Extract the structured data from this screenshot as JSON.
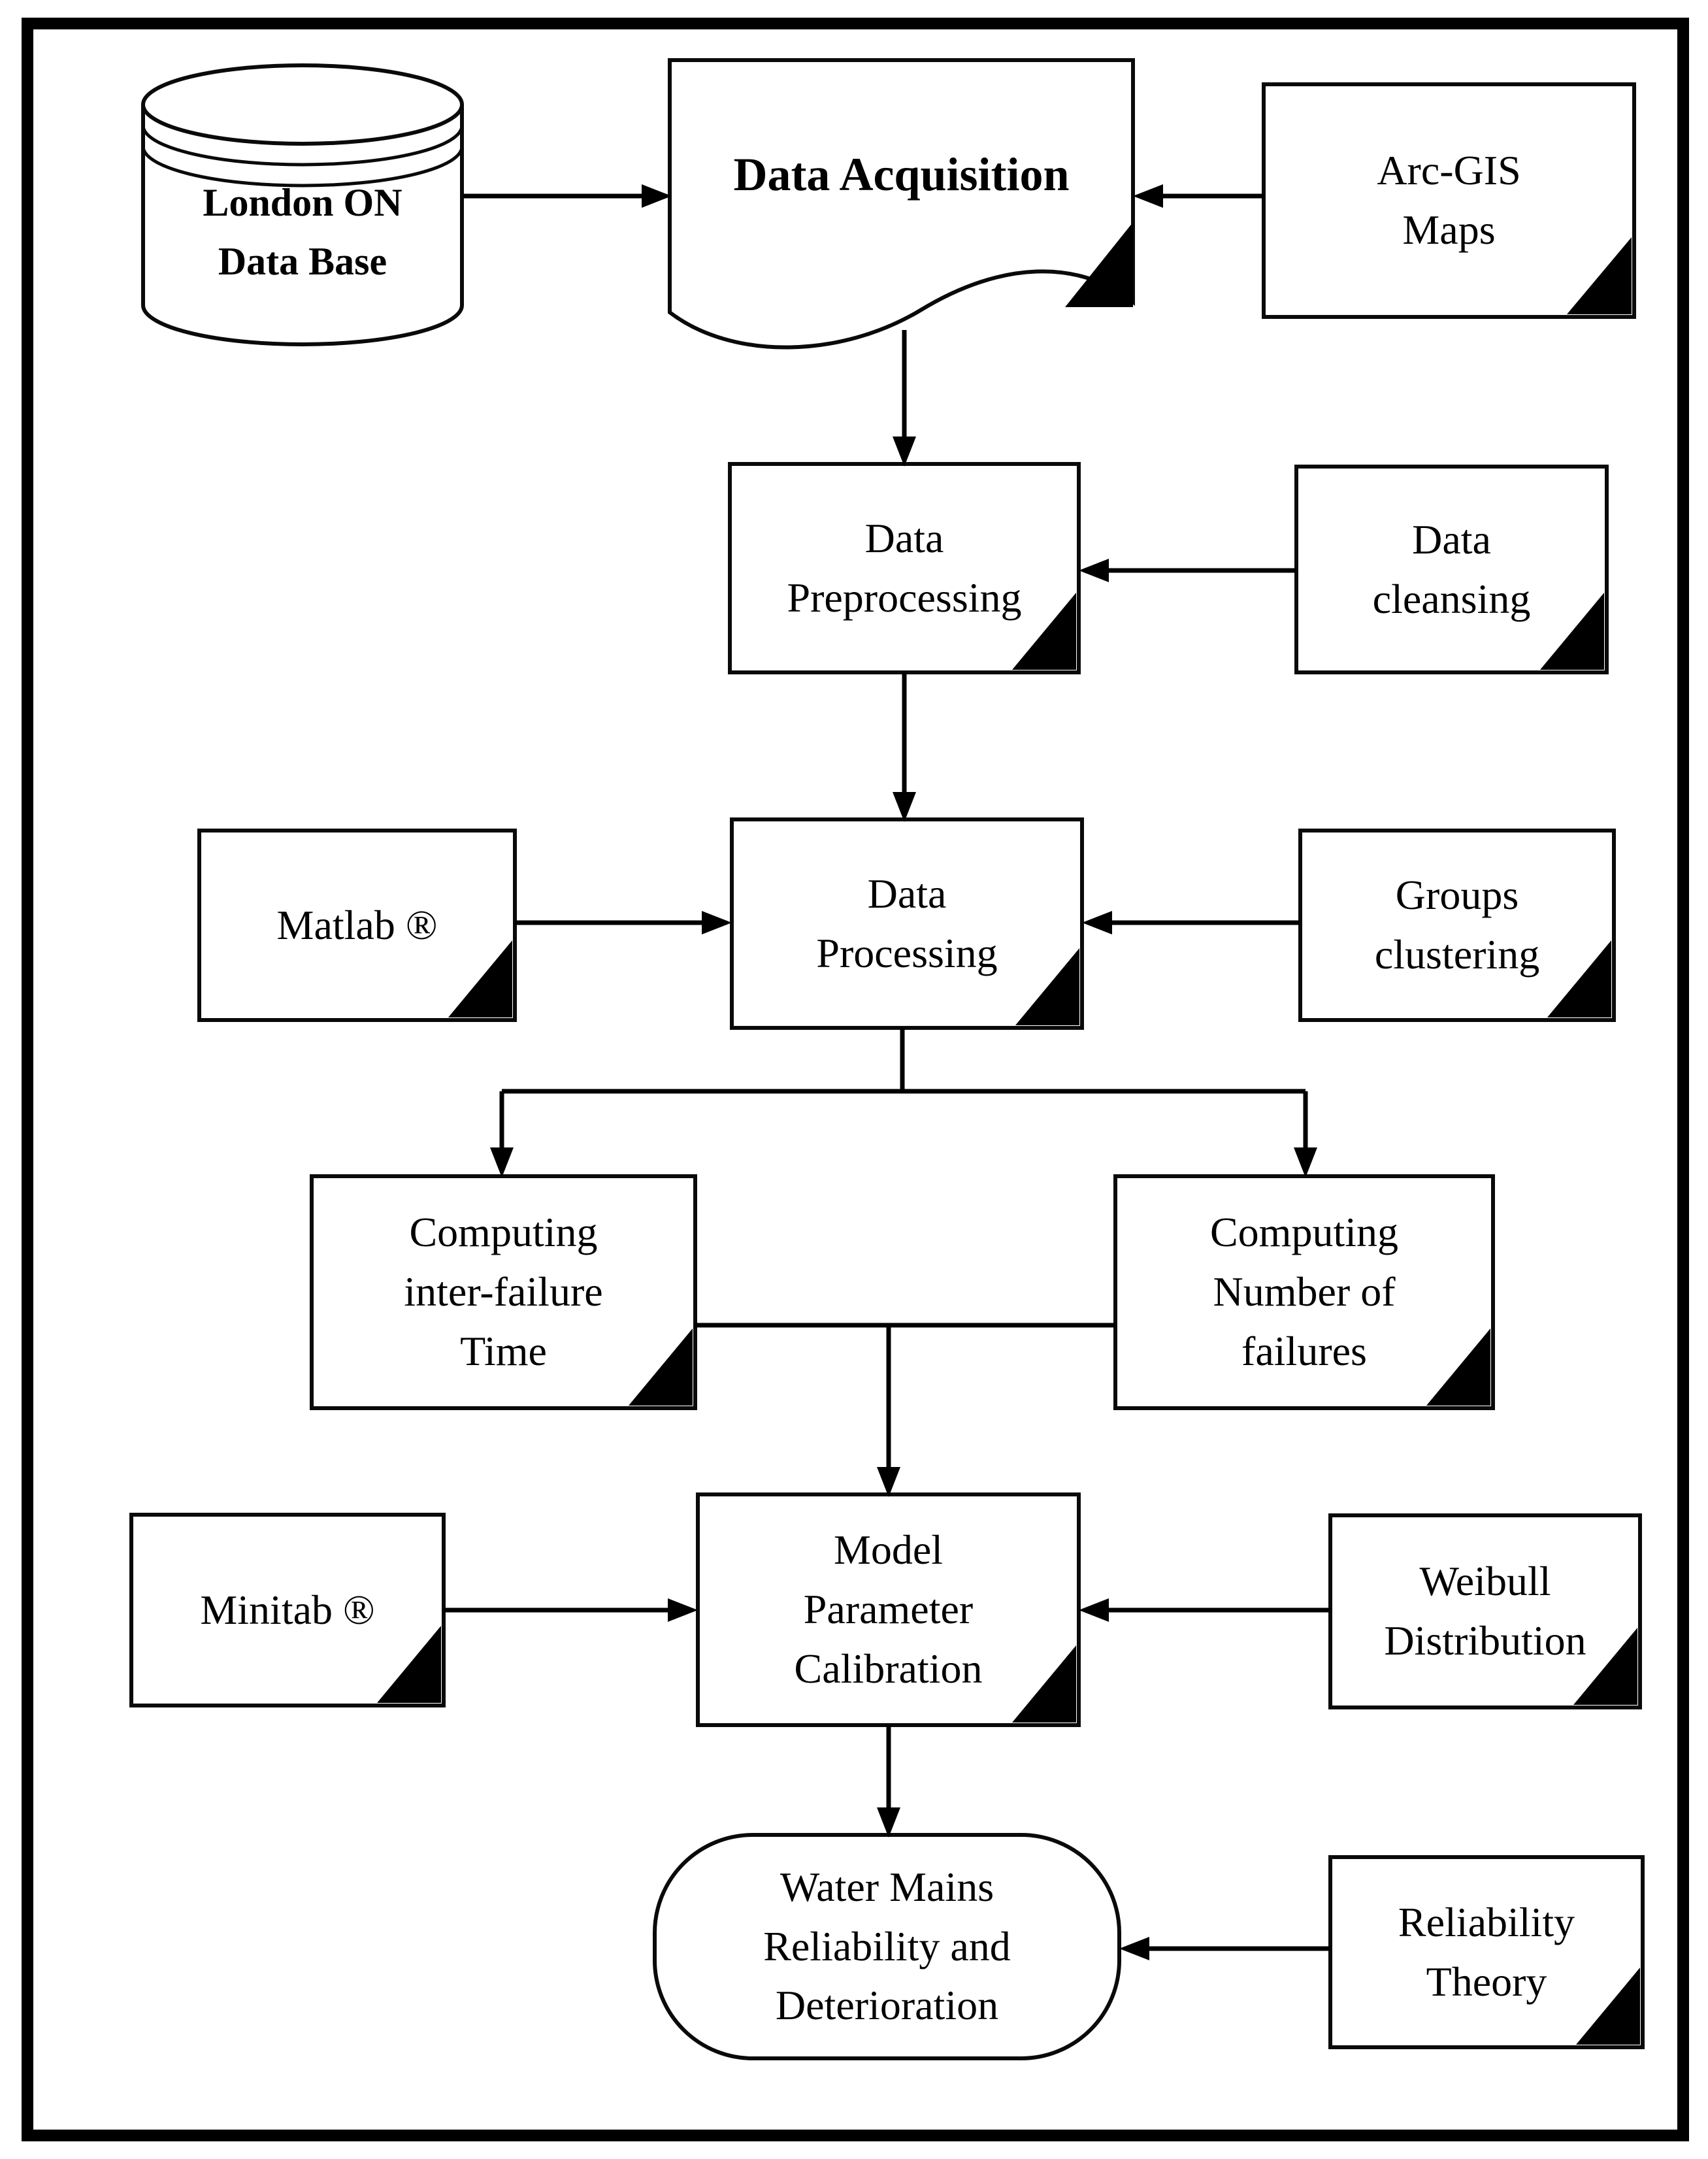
{
  "diagram": {
    "type": "flowchart",
    "colors": {
      "stroke": "#0a0a0a",
      "fill": "#ffffff",
      "text": "#000000",
      "fold": "#000000"
    },
    "nodes": {
      "database": {
        "label": "London ON\nData Base",
        "shape": "database-cylinder"
      },
      "data_acquisition": {
        "label": "Data Acquisition",
        "shape": "document"
      },
      "arcgis_maps": {
        "label": "Arc-GIS\nMaps",
        "shape": "folded-note"
      },
      "data_preprocessing": {
        "label": "Data\nPreprocessing",
        "shape": "folded-note"
      },
      "data_cleansing": {
        "label": "Data\ncleansing",
        "shape": "folded-note"
      },
      "matlab": {
        "label": "Matlab ®",
        "shape": "folded-note"
      },
      "data_processing": {
        "label": "Data\nProcessing",
        "shape": "folded-note"
      },
      "groups_clustering": {
        "label": "Groups\nclustering",
        "shape": "folded-note"
      },
      "computing_inter_failure_time": {
        "label": "Computing\ninter-failure\nTime",
        "shape": "folded-note"
      },
      "computing_number_of_failures": {
        "label": "Computing\nNumber of\nfailures",
        "shape": "folded-note"
      },
      "minitab": {
        "label": "Minitab ®",
        "shape": "folded-note"
      },
      "model_parameter_calibration": {
        "label": "Model\nParameter\nCalibration",
        "shape": "folded-note"
      },
      "weibull_distribution": {
        "label": "Weibull\nDistribution",
        "shape": "folded-note"
      },
      "water_mains": {
        "label": "Water Mains\nReliability and\nDeterioration",
        "shape": "rounded"
      },
      "reliability_theory": {
        "label": "Reliability\nTheory",
        "shape": "folded-note"
      }
    },
    "edges": [
      {
        "from": "database",
        "to": "data_acquisition"
      },
      {
        "from": "arcgis_maps",
        "to": "data_acquisition"
      },
      {
        "from": "data_acquisition",
        "to": "data_preprocessing"
      },
      {
        "from": "data_cleansing",
        "to": "data_preprocessing"
      },
      {
        "from": "data_preprocessing",
        "to": "data_processing"
      },
      {
        "from": "matlab",
        "to": "data_processing"
      },
      {
        "from": "groups_clustering",
        "to": "data_processing"
      },
      {
        "from": "data_processing",
        "to": "computing_inter_failure_time"
      },
      {
        "from": "data_processing",
        "to": "computing_number_of_failures"
      },
      {
        "from": "computing_inter_failure_time",
        "to": "model_parameter_calibration"
      },
      {
        "from": "computing_number_of_failures",
        "to": "model_parameter_calibration"
      },
      {
        "from": "minitab",
        "to": "model_parameter_calibration"
      },
      {
        "from": "weibull_distribution",
        "to": "model_parameter_calibration"
      },
      {
        "from": "model_parameter_calibration",
        "to": "water_mains"
      },
      {
        "from": "reliability_theory",
        "to": "water_mains"
      }
    ]
  }
}
